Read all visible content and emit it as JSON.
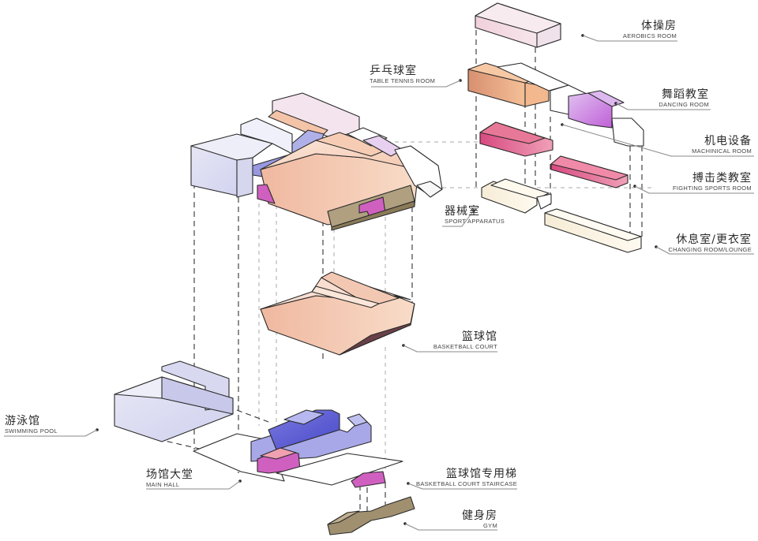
{
  "diagram": {
    "type": "exploded-axonometric",
    "colors": {
      "lavender": "#dcdcf2",
      "blue": "#5a5ad0",
      "light_blue": "#a8a8e8",
      "peach": "#f2c0a8",
      "peach_light": "#f8dcc8",
      "magenta": "#d060c0",
      "olive": "#a09070",
      "crimson": "#d85080",
      "violet": "#c890e0",
      "pink_light": "#f2dde6",
      "cream": "#fbf5e8",
      "orange": "#e8a880",
      "dark_brown": "#6a4048"
    }
  },
  "labels": [
    {
      "id": "aerobics",
      "zh": "体操房",
      "en": "AEROBICS ROOM"
    },
    {
      "id": "table_tennis",
      "zh": "乒乓球室",
      "en": "TABLE TENNIS ROOM"
    },
    {
      "id": "dancing",
      "zh": "舞蹈教室",
      "en": "DANCING ROOM"
    },
    {
      "id": "mechanical",
      "zh": "机电设备",
      "en": "MACHINICAL ROOM"
    },
    {
      "id": "fighting",
      "zh": "搏击类教室",
      "en": "FIGHTING SPORTS ROOM"
    },
    {
      "id": "apparatus",
      "zh": "器械室",
      "en": "SPORT APPARATUS"
    },
    {
      "id": "changing",
      "zh": "休息室/更衣室",
      "en": "CHANGING ROOM/LOUNGE"
    },
    {
      "id": "basketball",
      "zh": "篮球馆",
      "en": "BASKETBALL COURT"
    },
    {
      "id": "swimming",
      "zh": "游泳馆",
      "en": "SWIMMING POOL"
    },
    {
      "id": "main_hall",
      "zh": "场馆大堂",
      "en": "MAIN HALL"
    },
    {
      "id": "staircase",
      "zh": "篮球馆专用梯",
      "en": "BASKETBALL COURT STAIRCASE"
    },
    {
      "id": "gym",
      "zh": "健身房",
      "en": "GYM"
    }
  ]
}
